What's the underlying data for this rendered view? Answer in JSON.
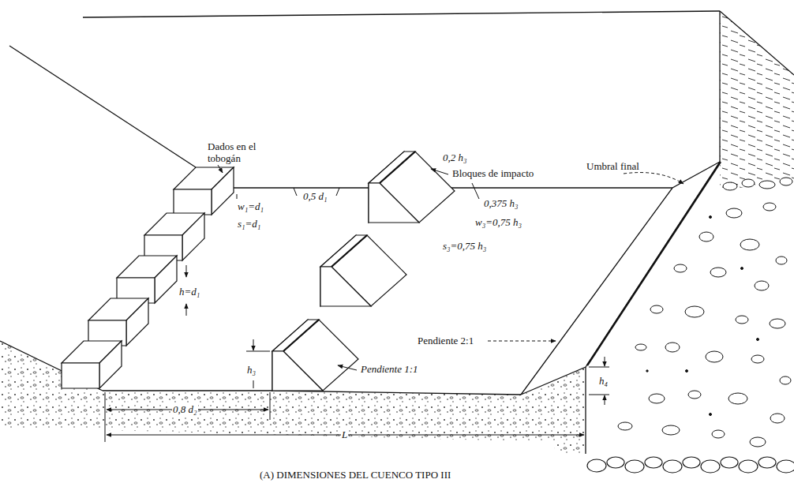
{
  "diagram": {
    "caption": "(A) DIMENSIONES DEL CUENCO TIPO III",
    "labels": [
      "Dados en el tobogán",
      "0,2 h₃",
      "Bloques de impacto",
      "Umbral final",
      "0,5 d₁",
      "0,375 h₃",
      "w₁=d₁",
      "s₁=d₁",
      "w₃=0,75 h₃",
      "s₃=0,75 h₃",
      "h=d₁",
      "h₃",
      "Pendiente 1:1",
      "Pendiente 2:1",
      "0,8 d₂",
      "L",
      "h₄"
    ]
  }
}
